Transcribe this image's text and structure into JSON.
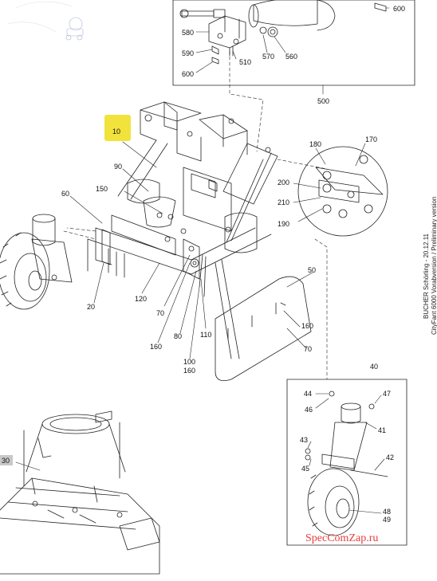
{
  "labels": {
    "top_box": [
      "600",
      "580",
      "590",
      "600",
      "510",
      "570",
      "560"
    ],
    "box_top_ref": "500",
    "main": [
      "10",
      "90",
      "150",
      "60",
      "20",
      "120",
      "70",
      "80",
      "110",
      "160",
      "100",
      "160",
      "50",
      "160",
      "70"
    ],
    "detail_circle": [
      "180",
      "170",
      "200",
      "210",
      "190"
    ],
    "box_bottom_ref": "40",
    "bottom_box": [
      "44",
      "47",
      "46",
      "41",
      "43",
      "45",
      "42",
      "48",
      "49"
    ],
    "hopper": "30"
  },
  "side_text": {
    "line1": "BUCHER Schörling - 20.12.11",
    "line2": "CityFant 6000 Vorabversion / Preliminary version"
  },
  "watermark": "SpecComZap.ru",
  "colors": {
    "highlight": "#f2e23c",
    "watermark": "#e21b1b",
    "line": "#222222"
  }
}
